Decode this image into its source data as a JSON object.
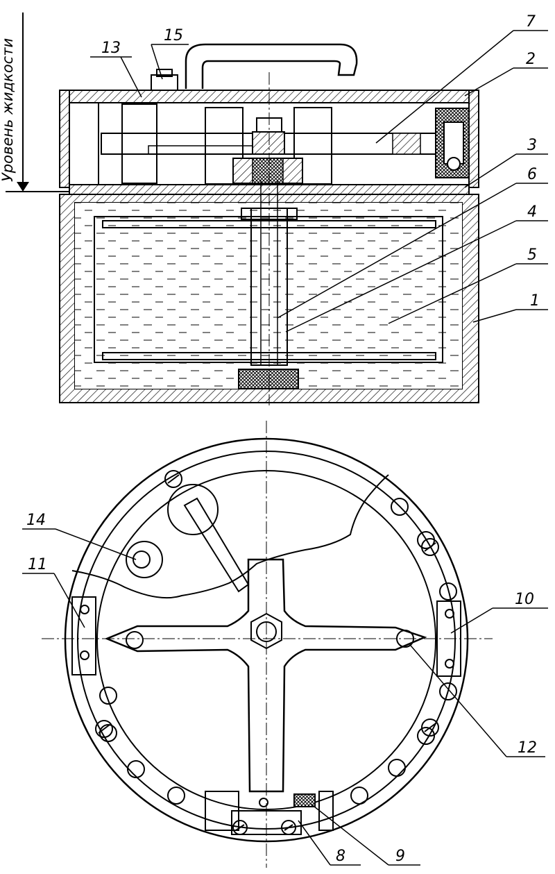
{
  "vertical_label": "Уровень жидкости",
  "callouts": {
    "c1": "1",
    "c2": "2",
    "c3": "3",
    "c4": "4",
    "c5": "5",
    "c6": "6",
    "c7": "7",
    "c8": "8",
    "c9": "9",
    "c10": "10",
    "c11": "11",
    "c12": "12",
    "c13": "13",
    "c14": "14",
    "c15": "15"
  }
}
